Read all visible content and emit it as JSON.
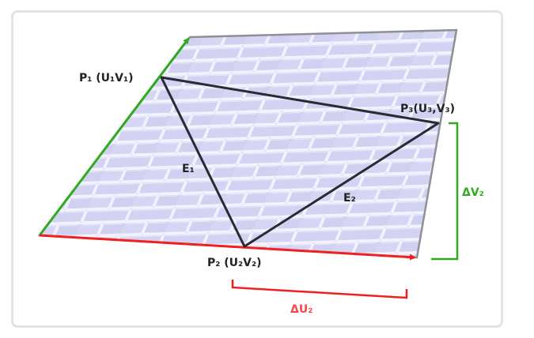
{
  "figure": {
    "labels": {
      "p1": "P₁ (U₁V₁)",
      "p2": "P₂ (U₂V₂)",
      "p3": "P₃(U₃,V₃)",
      "e1": "E₁",
      "e2": "E₂",
      "delta_v2": "ΔV₂",
      "delta_u2": "ΔU₂"
    },
    "colors": {
      "plane_fill": "#dcdcf6",
      "brick_line": "#f4f4ff",
      "triangle_edge": "#2a2a32",
      "u_axis": "#f0201e",
      "v_axis": "#2faa1e",
      "plane_border": "#8f8f96",
      "frame_border": "#e3e3e3"
    },
    "icons": {
      "texture": "brick-wall-texture"
    }
  }
}
